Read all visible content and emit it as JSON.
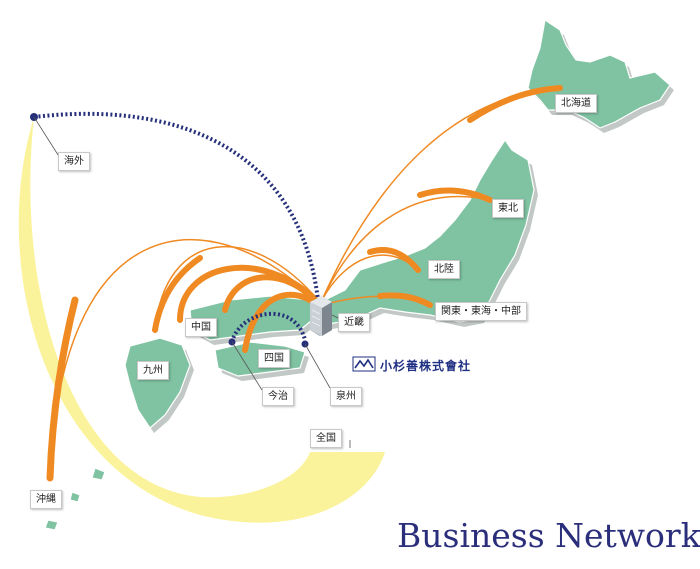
{
  "labels": {
    "hokkaido": "北海道",
    "tohoku": "東北",
    "hokuriku": "北陸",
    "kanto_tokai_chubu": "関東・東海・中部",
    "kinki": "近畿",
    "chugoku": "中国",
    "shikoku": "四国",
    "kyushu": "九州",
    "imabari": "今治",
    "senshu": "泉州",
    "zenkoku": "全国",
    "okinawa": "沖縄",
    "kaigai": "海外"
  },
  "company_name": "小杉善株式會社",
  "title": "Business Network",
  "colors": {
    "land": "#7fc3a2",
    "land_shadow": "#c2c8c5",
    "domestic_route": "#ef8a23",
    "overseas_route": "#26307a",
    "nationwide_band": "#fbf39b",
    "text_brand": "#2b2e7a"
  }
}
